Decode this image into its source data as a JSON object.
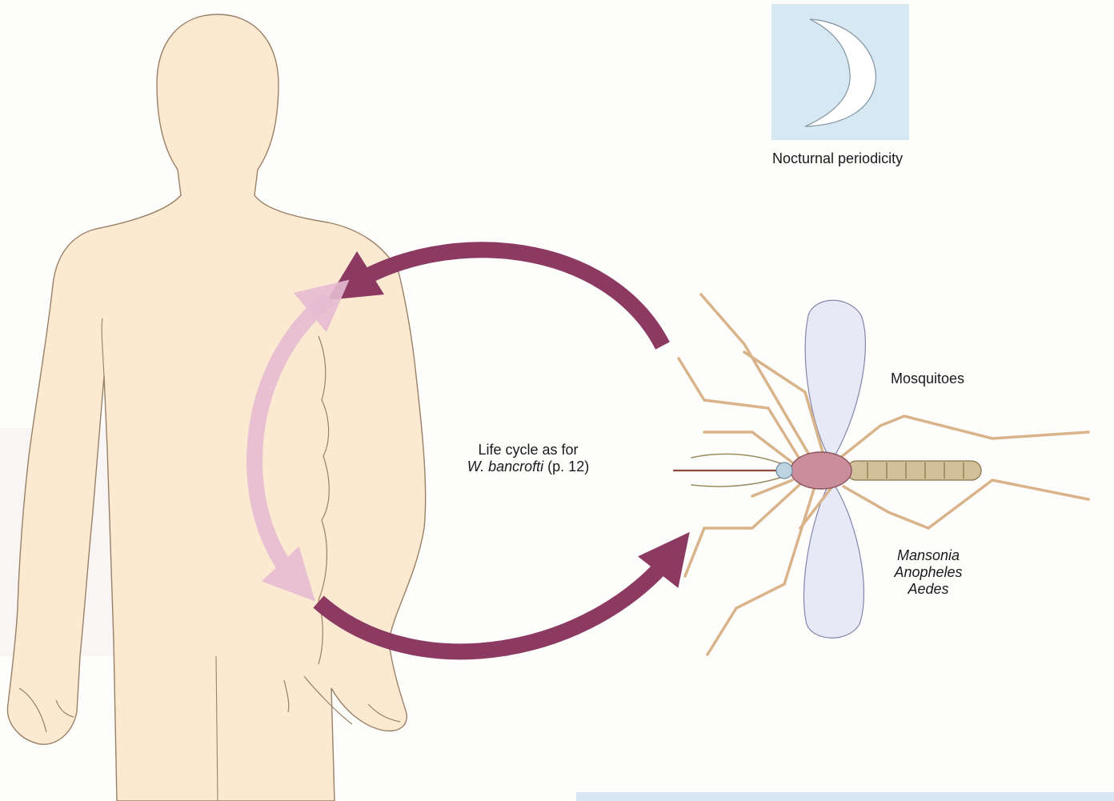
{
  "labels": {
    "nocturnal": "Nocturnal periodicity",
    "mosquitoes": "Mosquitoes",
    "life_cycle_line1": "Life cycle as for",
    "life_cycle_species": "W. bancrofti",
    "life_cycle_ref": " (p. 12)",
    "genera": [
      "Mansonia",
      "Anopheles",
      "Aedes"
    ]
  },
  "colors": {
    "skin": "#fbe9d1",
    "outline": "#9a8066",
    "arrow_dark": "#8c3a62",
    "arrow_light": "#e8bfd6",
    "moon_panel": "#d6e9f3",
    "mosquito_body": "#c98e9a",
    "mosquito_legs": "#d9b48a"
  }
}
